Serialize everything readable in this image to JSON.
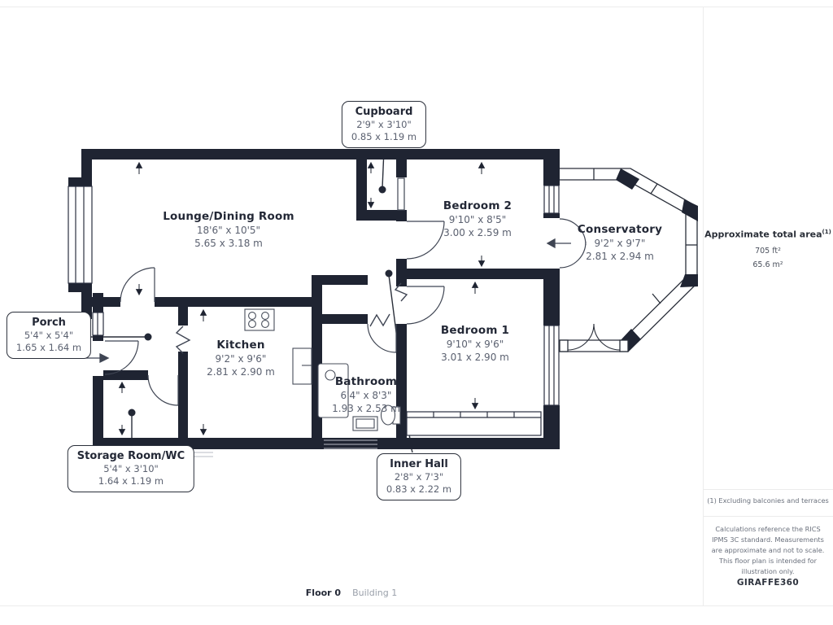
{
  "plan": {
    "rooms": [
      {
        "id": "lounge",
        "name": "Lounge/Dining Room",
        "imperial": "18'6\" x 10'5\"",
        "metric": "5.65 x 3.18 m"
      },
      {
        "id": "bedroom2",
        "name": "Bedroom 2",
        "imperial": "9'10\" x 8'5\"",
        "metric": "3.00 x 2.59 m"
      },
      {
        "id": "conservatory",
        "name": "Conservatory",
        "imperial": "9'2\" x 9'7\"",
        "metric": "2.81 x 2.94 m"
      },
      {
        "id": "kitchen",
        "name": "Kitchen",
        "imperial": "9'2\" x 9'6\"",
        "metric": "2.81 x 2.90 m"
      },
      {
        "id": "bathroom",
        "name": "Bathroom",
        "imperial": "6'4\" x 8'3\"",
        "metric": "1.93 x 2.53 m"
      },
      {
        "id": "bedroom1",
        "name": "Bedroom 1",
        "imperial": "9'10\" x 9'6\"",
        "metric": "3.01 x 2.90 m"
      }
    ],
    "callouts": [
      {
        "id": "cupboard",
        "name": "Cupboard",
        "imperial": "2'9\" x 3'10\"",
        "metric": "0.85 x 1.19 m"
      },
      {
        "id": "porch",
        "name": "Porch",
        "imperial": "5'4\" x 5'4\"",
        "metric": "1.65 x 1.64 m"
      },
      {
        "id": "storage",
        "name": "Storage Room/WC",
        "imperial": "5'4\" x 3'10\"",
        "metric": "1.64 x 1.19 m"
      },
      {
        "id": "inner_hall",
        "name": "Inner Hall",
        "imperial": "2'8\" x 7'3\"",
        "metric": "0.83 x 2.22 m"
      }
    ],
    "colors": {
      "wall": "#1f2432",
      "thin_line": "#3f4553",
      "accent_text": "#232836",
      "dim_text": "#5b6170"
    }
  },
  "sidebar": {
    "area_title": "Approximate total area",
    "area_title_sup": "(1)",
    "area_ft": "705 ft²",
    "area_m": "65.6 m²",
    "footnote": "(1) Excluding balconies and terraces",
    "disclaimer": "Calculations reference the RICS IPMS 3C standard. Measurements are approximate and not to scale. This floor plan is intended for illustration only.",
    "brand": "GIRAFFE360"
  },
  "footer": {
    "floor_label": "Floor 0",
    "building_label": "Building 1"
  }
}
